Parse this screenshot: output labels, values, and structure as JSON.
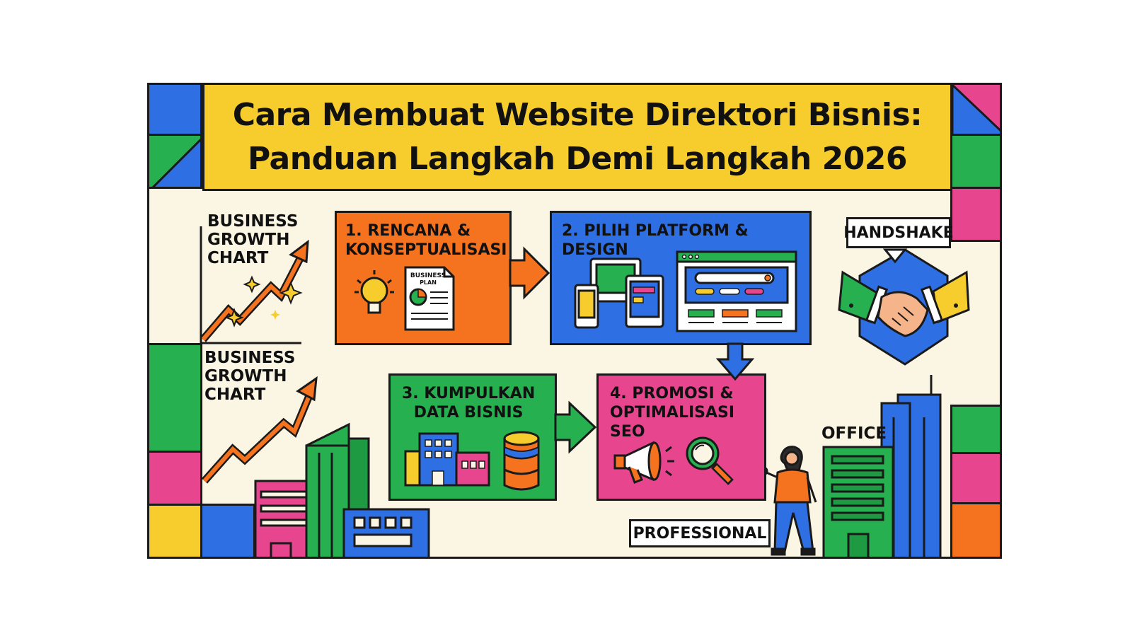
{
  "title": {
    "line1": "Cara Membuat Website Direktori Bisnis:",
    "line2": "Panduan Langkah Demi Langkah 2026"
  },
  "chart_labels": {
    "top": [
      "BUSINESS",
      "GROWTH",
      "CHART"
    ],
    "bottom": [
      "BUSINESS",
      "GROWTH",
      "CHART"
    ]
  },
  "steps": [
    {
      "lines": [
        "1. RENCANA &",
        "KONSEPTUALISASI"
      ],
      "doc_label": [
        "BUSINESS",
        "PLAN"
      ]
    },
    {
      "lines": [
        "2. PILIH PLATFORM & DESIGN"
      ]
    },
    {
      "lines": [
        "3. KUMPULKAN",
        "DATA BISNIS"
      ]
    },
    {
      "lines": [
        "4. PROMOSI &",
        "OPTIMALISASI SEO"
      ]
    }
  ],
  "labels": {
    "handshake": "HANDSHAKE",
    "office": "OFFICE",
    "professional": "PROFESSIONAL"
  },
  "colors": {
    "orange": "#f5731f",
    "blue": "#2f6fe4",
    "green": "#26b050",
    "pink": "#e7468f",
    "yellow": "#f7cd2e",
    "cream": "#fbf5e4"
  }
}
